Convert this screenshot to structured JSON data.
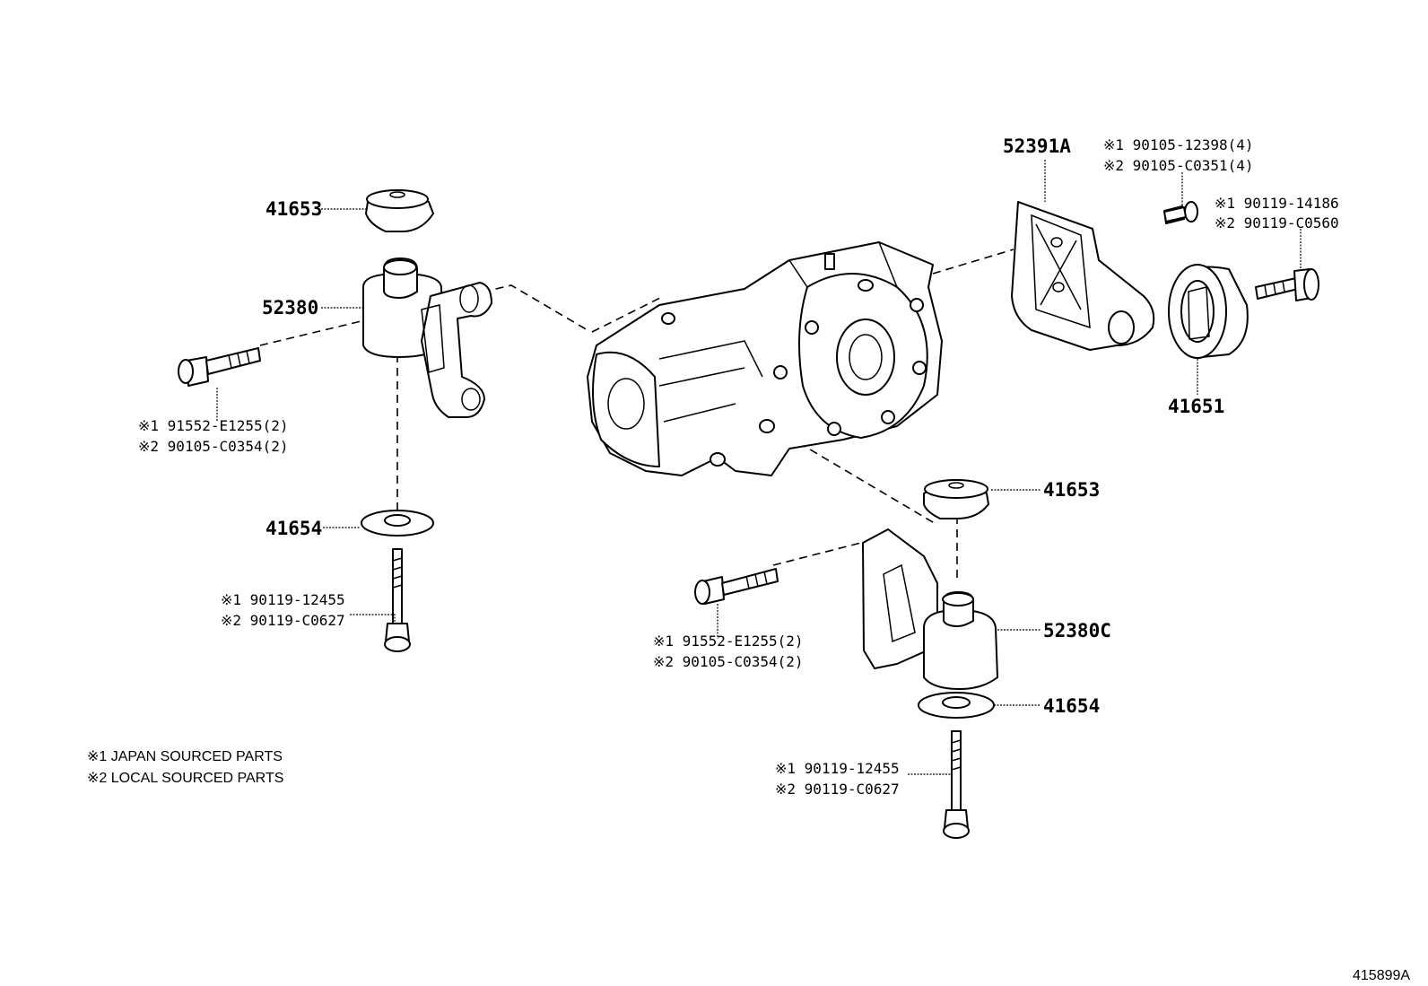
{
  "diagram": {
    "callouts": [
      {
        "id": "c1",
        "text": "41653"
      },
      {
        "id": "c2",
        "text": "52380"
      },
      {
        "id": "c3a",
        "text": "※1 91552-E1255(2)"
      },
      {
        "id": "c3b",
        "text": "※2 90105-C0354(2)"
      },
      {
        "id": "c4",
        "text": "41654"
      },
      {
        "id": "c5a",
        "text": "※1 90119-12455"
      },
      {
        "id": "c5b",
        "text": "※2 90119-C0627"
      },
      {
        "id": "c6",
        "text": "52391A"
      },
      {
        "id": "c7a",
        "text": "※1 90105-12398(4)"
      },
      {
        "id": "c7b",
        "text": "※2 90105-C0351(4)"
      },
      {
        "id": "c8a",
        "text": "※1 90119-14186"
      },
      {
        "id": "c8b",
        "text": "※2 90119-C0560"
      },
      {
        "id": "c9",
        "text": "41651"
      },
      {
        "id": "c10",
        "text": "41653"
      },
      {
        "id": "c11a",
        "text": "※1 91552-E1255(2)"
      },
      {
        "id": "c11b",
        "text": "※2 90105-C0354(2)"
      },
      {
        "id": "c12",
        "text": "52380C"
      },
      {
        "id": "c13",
        "text": "41654"
      },
      {
        "id": "c14a",
        "text": "※1 90119-12455"
      },
      {
        "id": "c14b",
        "text": "※2 90119-C0627"
      }
    ],
    "legend": [
      "※1 JAPAN SOURCED PARTS",
      "※2 LOCAL SOURCED PARTS"
    ],
    "figure_number": "415899A"
  }
}
